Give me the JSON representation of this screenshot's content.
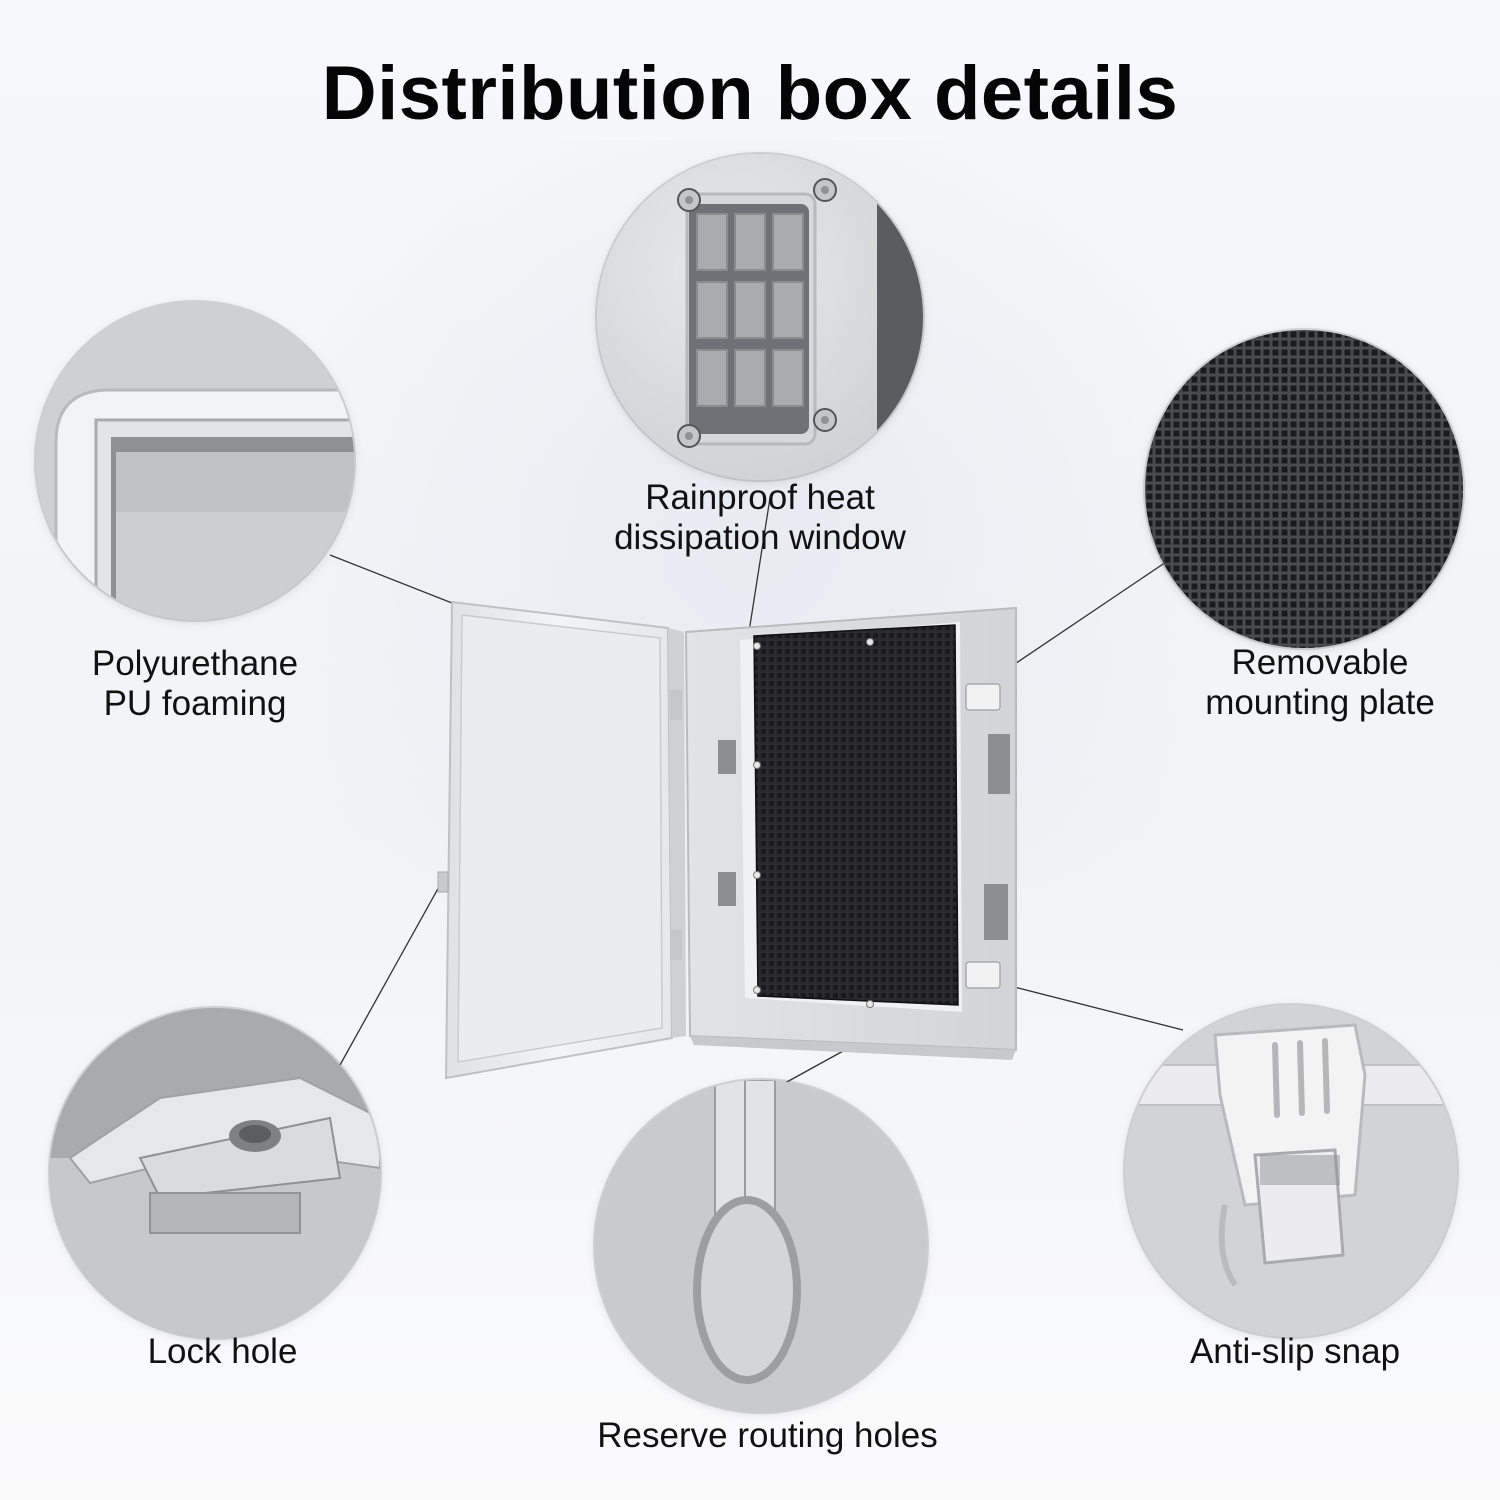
{
  "title": "Distribution box details",
  "labels": {
    "vent": [
      "Rainproof heat",
      "dissipation window"
    ],
    "foam": [
      "Polyurethane",
      "PU foaming"
    ],
    "plate": [
      "Removable",
      "mounting plate"
    ],
    "lock": "Lock hole",
    "snap": "Anti-slip snap",
    "routing": "Reserve routing holes"
  },
  "colors": {
    "plate": "#2b2b2e",
    "plastic": "#e4e5e8",
    "text": "#111111"
  }
}
